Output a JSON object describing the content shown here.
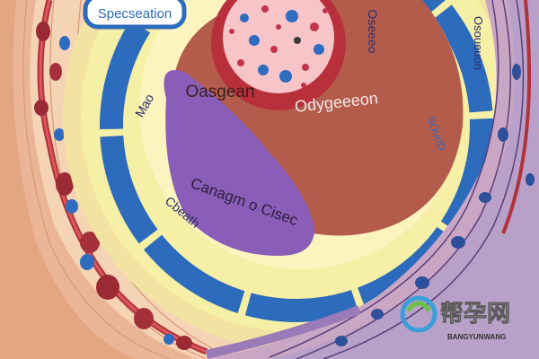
{
  "diagram": {
    "labels": {
      "top_left": "Specseation",
      "top_right": "Oseeeo",
      "left_band": "Mao",
      "center_upper": "Oasgean",
      "center_right": "Odygeeeon",
      "right_band": "SOuriD",
      "far_right": "Osoueuon",
      "lobe": "Canagm o Cisec",
      "lower_left": "Cbeath"
    }
  },
  "watermark": {
    "title": "帮孕网",
    "subtitle": "BANGYUNWANG"
  },
  "colors": {
    "skin": "#f5d3b5",
    "tissue_layer": "#eab496",
    "vessel_red": "#b0333c",
    "vessel_blue": "#2e6cc0",
    "band_blue": "#2d6bbd",
    "band_yellow": "#f6efa6",
    "organ_brown": "#b45c4c",
    "lobe_purple": "#8a5eb8",
    "nucleus_bg": "#f7c4c8",
    "muscle_purple": "#b8a0c8"
  }
}
